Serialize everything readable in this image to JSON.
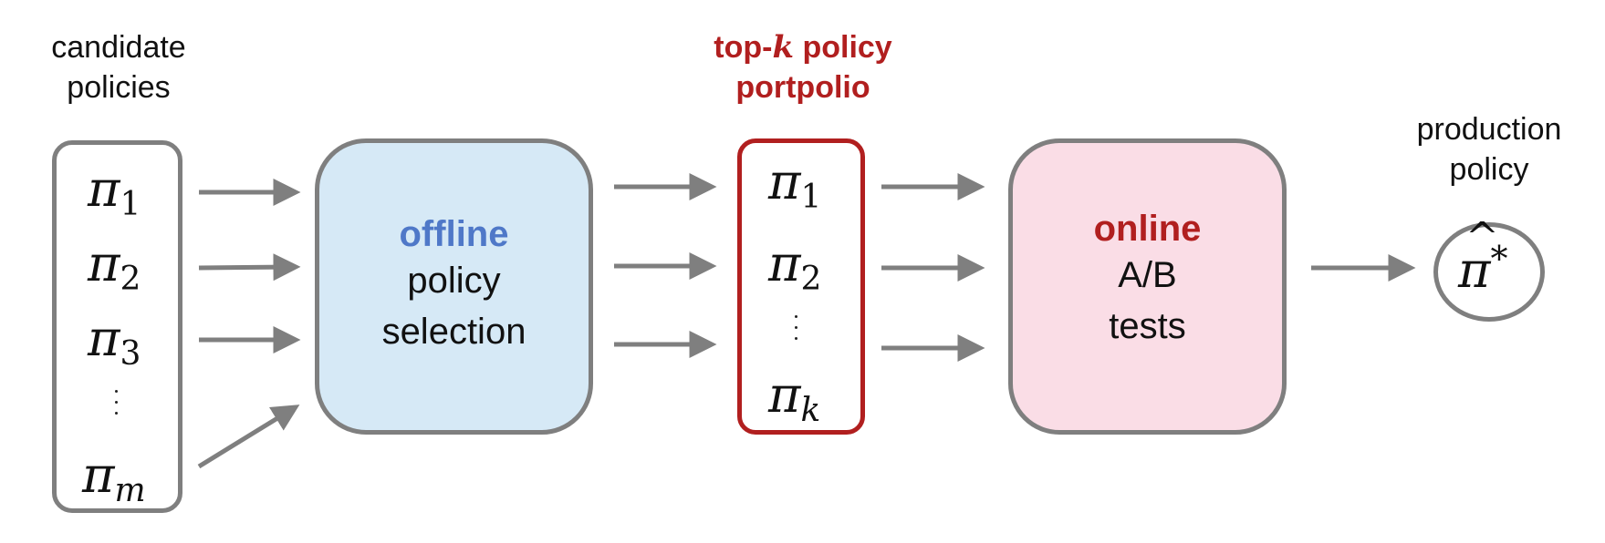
{
  "captions": {
    "candidate": [
      "candidate",
      "policies"
    ],
    "topk": [
      "top-",
      "k",
      " policy",
      "portpolio"
    ],
    "production": [
      "production",
      "policy"
    ]
  },
  "offline_box": {
    "keyword": "offline",
    "lines": [
      "policy",
      "selection"
    ]
  },
  "online_box": {
    "keyword": "online",
    "lines": [
      "A/B",
      "tests"
    ]
  },
  "candidates": [
    {
      "base": "π",
      "sub": "1"
    },
    {
      "base": "π",
      "sub": "2"
    },
    {
      "base": "π",
      "sub": "3"
    },
    {
      "base": "π",
      "sub": "m"
    }
  ],
  "topk_items": [
    {
      "base": "π",
      "sub": "1"
    },
    {
      "base": "π",
      "sub": "2"
    },
    {
      "base": "π",
      "sub": "k"
    }
  ],
  "production_symbol": {
    "base": "π",
    "hat": "^",
    "sup": "*"
  },
  "colors": {
    "border_gray": "#7f7f7f",
    "accent_red": "#b11f1f",
    "accent_blue": "#4f78c8",
    "offline_fill": "#d6e9f6",
    "online_fill": "#fadde6"
  }
}
